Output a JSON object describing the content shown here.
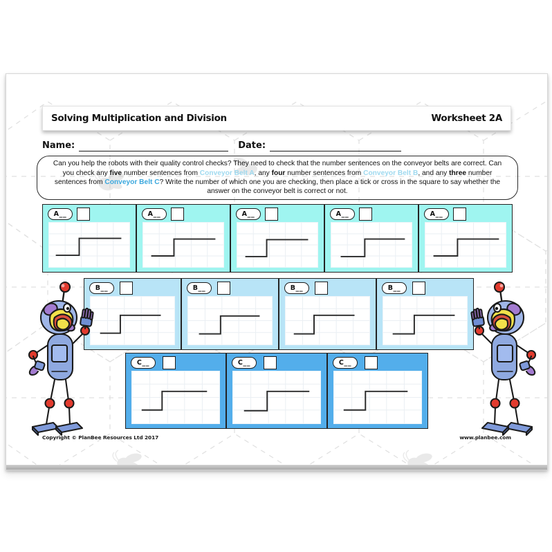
{
  "header": {
    "title": "Solving Multiplication and Division",
    "worksheet_label": "Worksheet 2A"
  },
  "fields": {
    "name_label": "Name:",
    "date_label": "Date:",
    "name_value": "",
    "date_value": ""
  },
  "instructions": {
    "s1": "Can you help the robots with their quality control checks? They need to check that the number sentences on the conveyor belts are correct. Can you check any ",
    "count_five": "five",
    "s2": " number sentences from ",
    "belt_a": "Conveyor Belt A",
    "s3": ", any ",
    "count_four": "four",
    "s4": " number sentences from ",
    "belt_b": "Conveyor Belt B",
    "s5": ", and any ",
    "count_three": "three",
    "s6": " number sentences from ",
    "belt_c": "Conveyor Belt C",
    "s7": "? Write the number of which one you are checking, then place a tick or cross in the square to say whether the answer on the conveyor belt is correct or not."
  },
  "belts": [
    {
      "id": "A",
      "name": "Conveyor Belt A",
      "background": "#9ff5f0",
      "count": 5,
      "cells": [
        {
          "tag": "A__",
          "tick_value": ""
        },
        {
          "tag": "A__",
          "tick_value": ""
        },
        {
          "tag": "A__",
          "tick_value": ""
        },
        {
          "tag": "A__",
          "tick_value": ""
        },
        {
          "tag": "A__",
          "tick_value": ""
        }
      ]
    },
    {
      "id": "B",
      "name": "Conveyor Belt B",
      "background": "#b8e4f7",
      "count": 4,
      "cells": [
        {
          "tag": "B__",
          "tick_value": ""
        },
        {
          "tag": "B__",
          "tick_value": ""
        },
        {
          "tag": "B__",
          "tick_value": ""
        },
        {
          "tag": "B__",
          "tick_value": ""
        }
      ]
    },
    {
      "id": "C",
      "name": "Conveyor Belt C",
      "background": "#53aeeb",
      "count": 3,
      "cells": [
        {
          "tag": "C__",
          "tick_value": ""
        },
        {
          "tag": "C__",
          "tick_value": ""
        },
        {
          "tag": "C__",
          "tick_value": ""
        }
      ]
    }
  ],
  "footer": {
    "copyright": "Copyright © PlanBee Resources Ltd 2017",
    "website": "www.planbee.com"
  },
  "decor": {
    "robot_left": "robot-illustration",
    "robot_right": "robot-illustration",
    "watermark": "bee-honeycomb-watermark"
  },
  "colors": {
    "belt_a": "#9ff5f0",
    "belt_b": "#b8e4f7",
    "belt_c": "#53aeeb",
    "accent_link": "#3aa7dd",
    "ink": "#111111",
    "page": "#ffffff"
  }
}
